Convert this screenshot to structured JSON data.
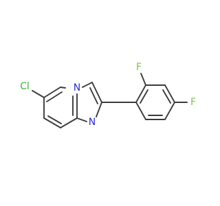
{
  "colors": {
    "background": "#ffffff",
    "carbon_bond": "#3a3a3a",
    "chlorine": "#33b833",
    "fluorine": "#7ac14f",
    "nitrogen": "#2b2bd6"
  },
  "atoms": {
    "cl": "Cl",
    "n_bridge": "N",
    "n_ring": "N",
    "f_ortho": "F",
    "f_para": "F"
  }
}
